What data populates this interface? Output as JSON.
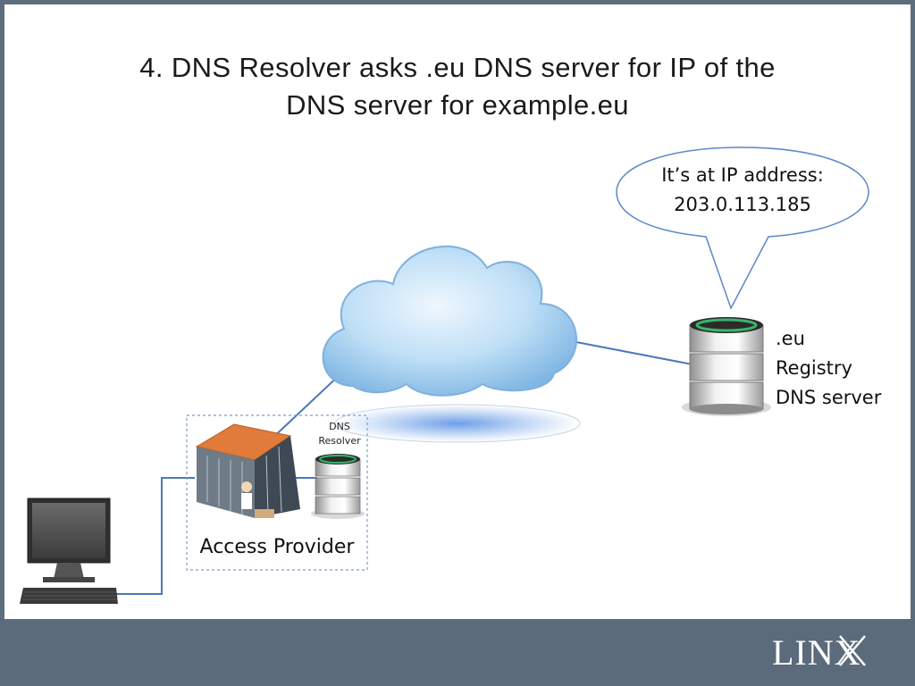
{
  "slide": {
    "title_line1": "4. DNS Resolver asks .eu DNS server for IP of the",
    "title_line2": "DNS server for example.eu"
  },
  "speech_bubble": {
    "line1": "It’s at IP address:",
    "line2": "203.0.113.185"
  },
  "eu_server": {
    "line1": ".eu",
    "line2": "Registry",
    "line3": "DNS server"
  },
  "resolver": {
    "line1": "DNS",
    "line2": "Resolver"
  },
  "access_provider": {
    "label": "Access Provider"
  },
  "footer": {
    "logo": "LINX"
  },
  "colors": {
    "frame": "#5d6d7e",
    "footer": "#5b6b7b",
    "link_line": "#4a78b8",
    "cloud": "#9fcbed",
    "server_ring": "#38b56a"
  }
}
